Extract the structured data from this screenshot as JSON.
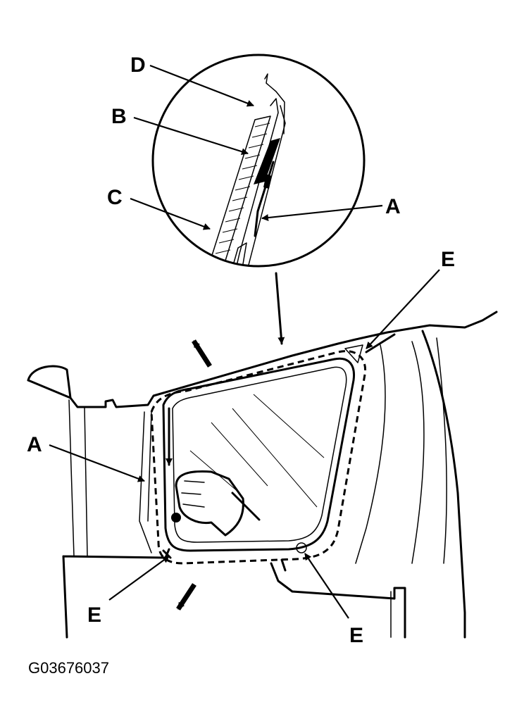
{
  "figure_id": "G03676037",
  "callouts": {
    "d": "D",
    "b": "B",
    "c": "C",
    "a_detail": "A",
    "e_top": "E",
    "a_main": "A",
    "e_bottom_left": "E",
    "e_bottom_right": "E"
  },
  "colors": {
    "ink": "#000000",
    "paper": "#ffffff"
  }
}
